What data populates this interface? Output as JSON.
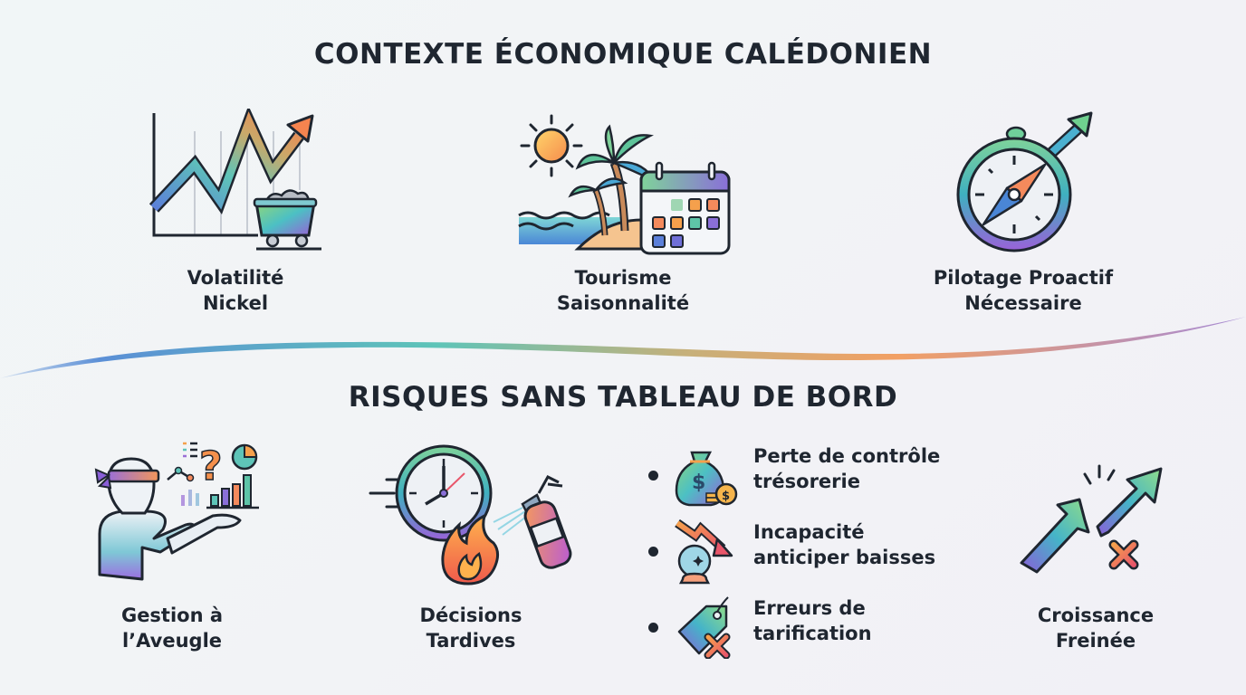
{
  "section_context": {
    "title": "CONTEXTE ÉCONOMIQUE CALÉDONIEN",
    "items": [
      {
        "icon": "volatile-chart-mine-cart-icon",
        "line1": "Volatilité",
        "line2": "Nickel"
      },
      {
        "icon": "beach-calendar-icon",
        "line1": "Tourisme",
        "line2": "Saisonnalité"
      },
      {
        "icon": "compass-arrow-icon",
        "line1": "Pilotage Proactif",
        "line2": "Nécessaire"
      }
    ]
  },
  "section_risks": {
    "title": "RISQUES SANS TABLEAU DE BORD",
    "items": [
      {
        "icon": "blindfolded-person-icon",
        "line1": "Gestion à",
        "line2": "l’Aveugle"
      },
      {
        "icon": "clock-fire-extinguisher-icon",
        "line1": "Décisions",
        "line2": "Tardives"
      },
      {
        "icon": "broken-arrow-icon",
        "line1": "Croissance",
        "line2": "Freinée"
      }
    ],
    "list": [
      {
        "icon": "money-bag-icon",
        "line1": "Perte de contrôle",
        "line2": "trésorerie"
      },
      {
        "icon": "crystal-ball-down-arrow-icon",
        "line1": "Incapacité",
        "line2": "anticiper baisses"
      },
      {
        "icon": "price-tag-error-icon",
        "line1": "Erreurs de",
        "line2": "tarification"
      }
    ]
  },
  "colors": {
    "text": "#1f2630",
    "teal": "#5ec4b8",
    "blue": "#5b8fd6",
    "orange": "#f29a5b",
    "purple": "#9a6fd6",
    "red": "#e8566a"
  }
}
